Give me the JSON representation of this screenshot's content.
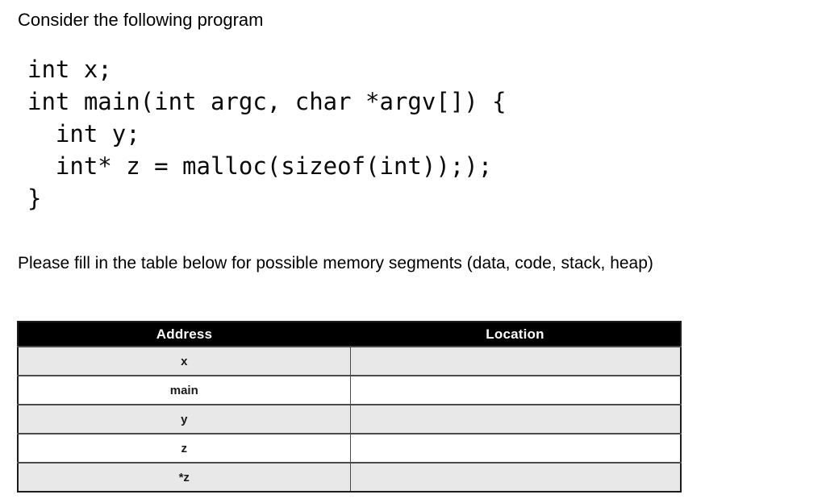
{
  "page": {
    "intro": "Consider the following program",
    "prompt": "Please fill in the table below for possible memory segments (data, code, stack, heap)"
  },
  "code": {
    "language": "c",
    "lines": [
      "int x;",
      "int main(int argc, char *argv[]) {",
      "  int y;",
      "  int* z = malloc(sizeof(int)););",
      "}"
    ]
  },
  "table": {
    "headers": [
      "Address",
      "Location"
    ],
    "rows": [
      {
        "address": "x",
        "location": ""
      },
      {
        "address": "main",
        "location": ""
      },
      {
        "address": "y",
        "location": ""
      },
      {
        "address": "z",
        "location": ""
      },
      {
        "address": "*z",
        "location": ""
      }
    ]
  },
  "colors": {
    "page_bg": "#ffffff",
    "text": "#000000",
    "table_header_bg": "#000000",
    "table_header_text": "#ffffff",
    "row_alt_bg": "#e8e8e8",
    "row_bg": "#ffffff",
    "table_border": "#4a4a4a"
  }
}
